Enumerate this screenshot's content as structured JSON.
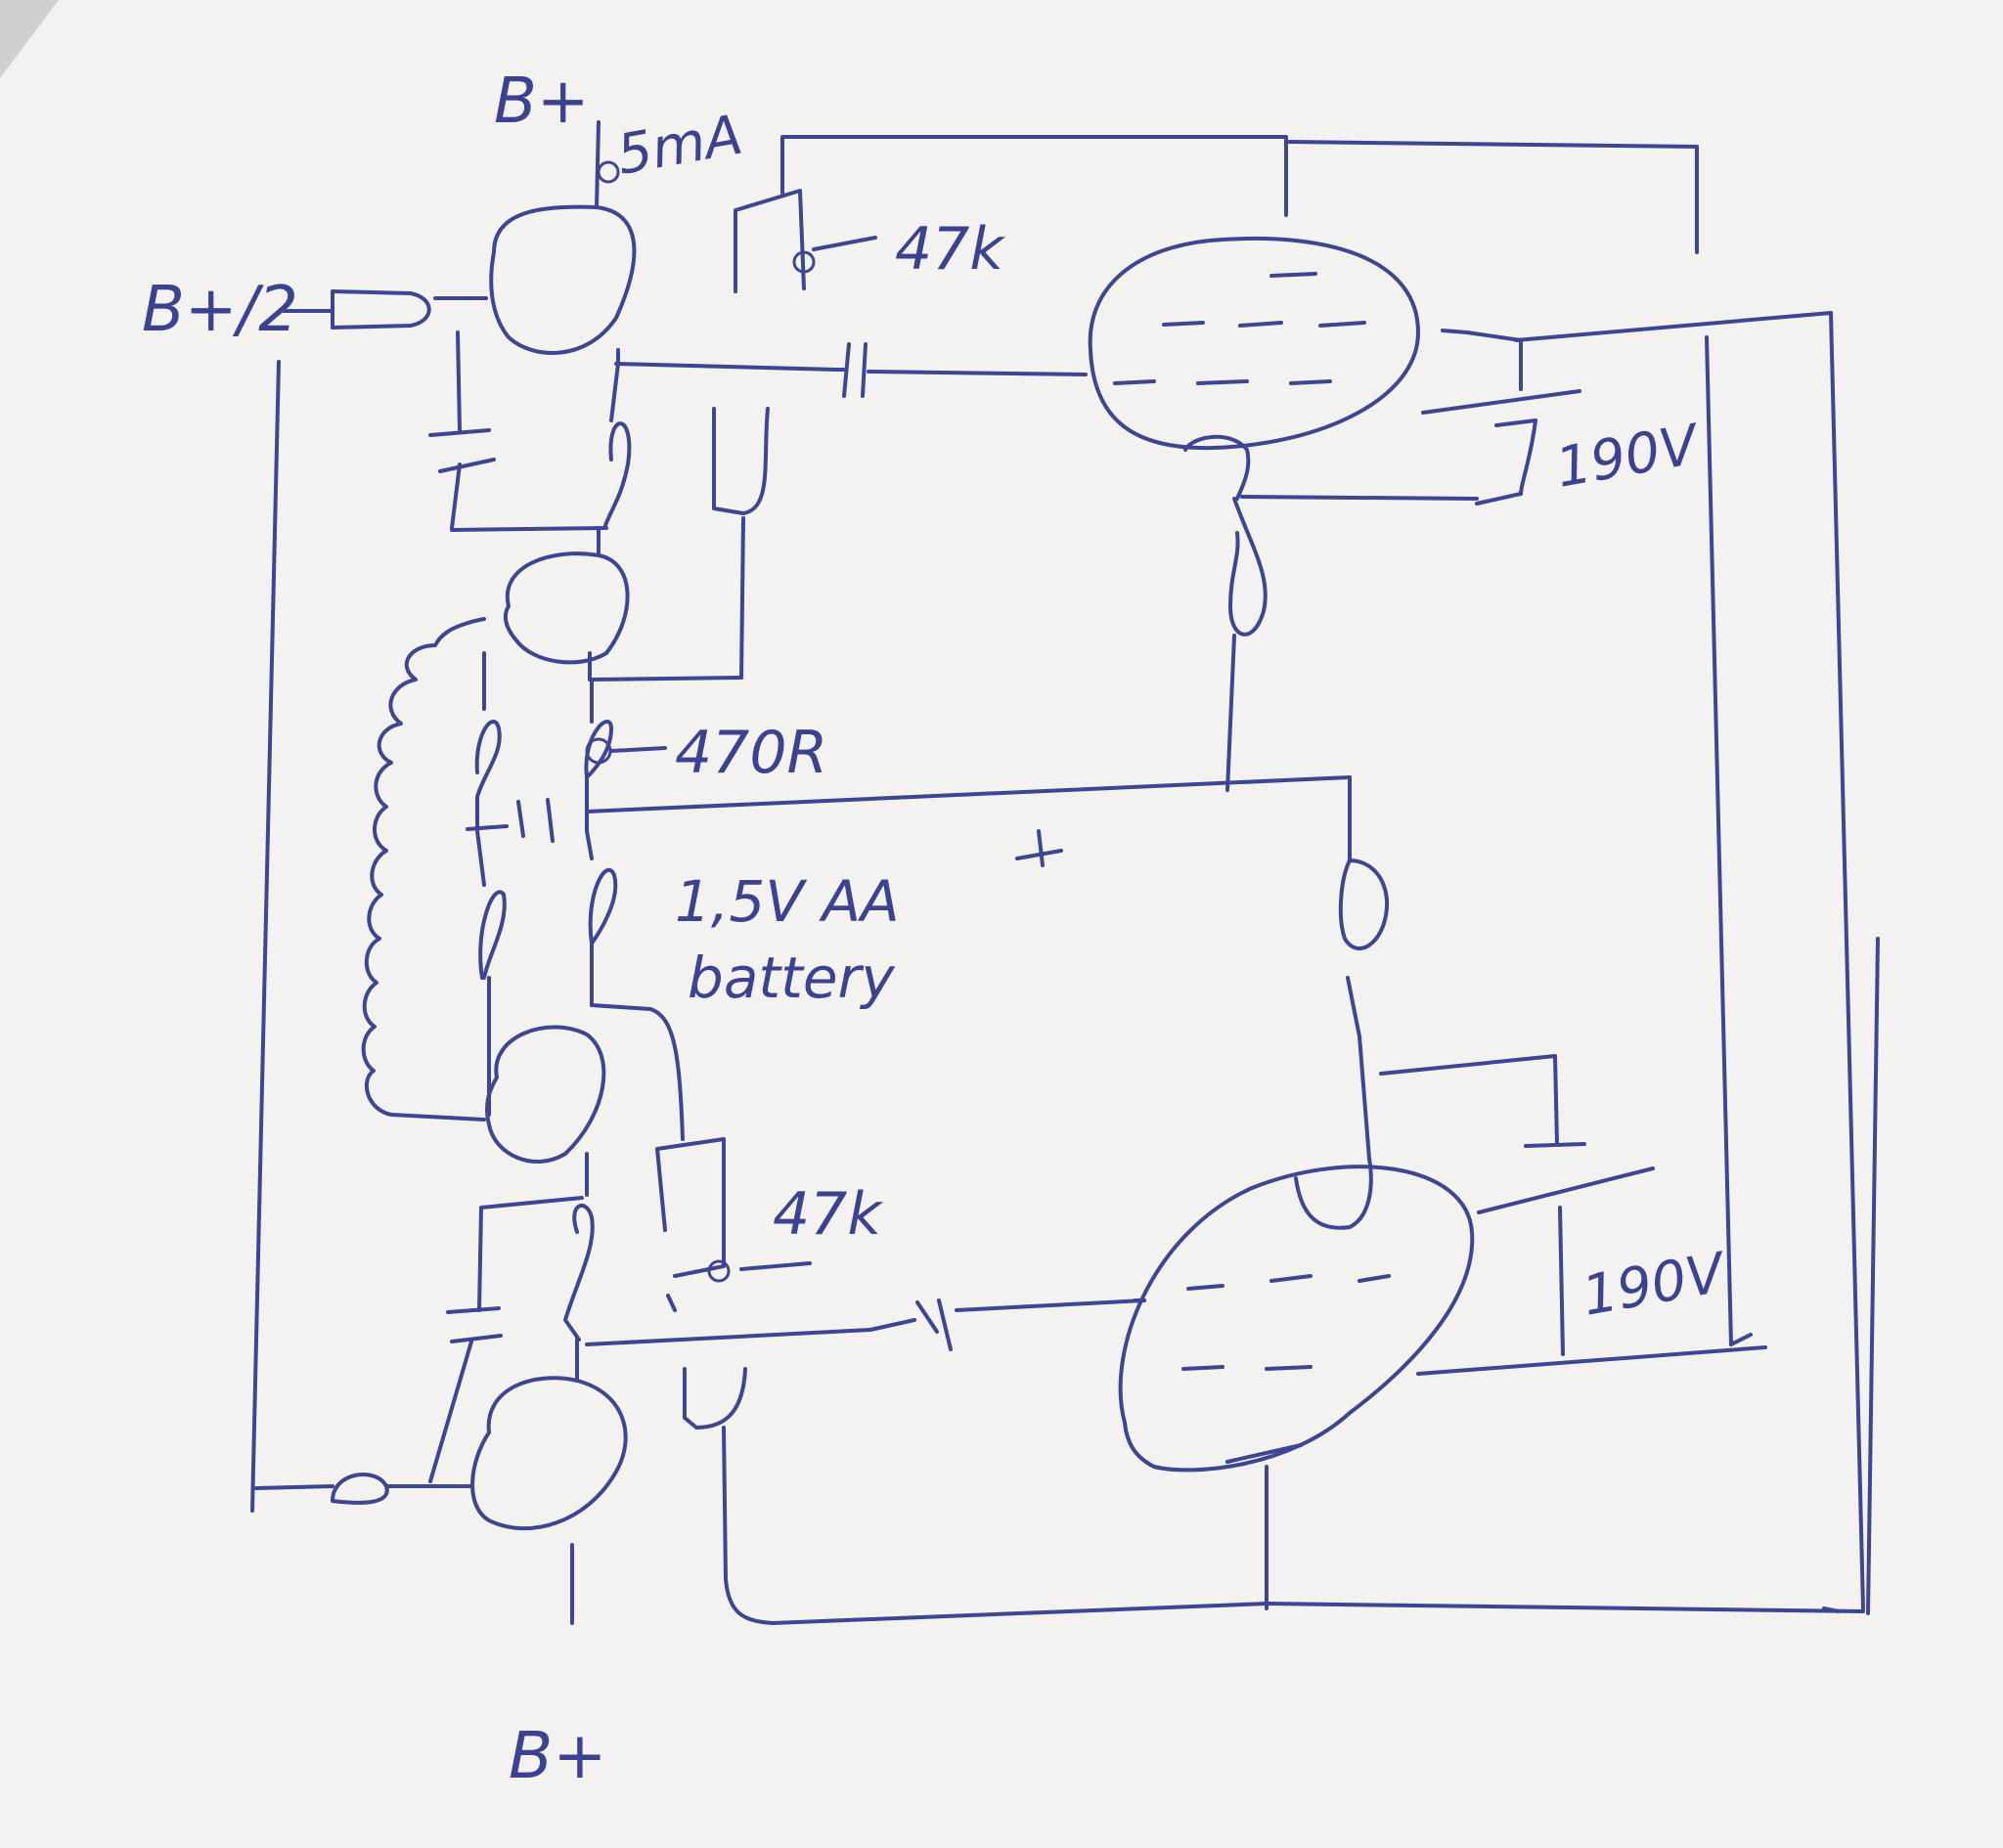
{
  "labels": {
    "bplus_top": "B+",
    "current": "5mA",
    "bplus_half": "B+/2",
    "r_top": "47k",
    "v_top": "190V",
    "r_mid": "470R",
    "battery_line1": "1,5V AA",
    "battery_line2": "battery",
    "r_bottom": "47k",
    "v_bottom": "190V",
    "bplus_bottom": "B+"
  },
  "colors": {
    "ink": "#3d4594",
    "paper": "#f3f2f0",
    "background": "#dcdcdc"
  }
}
